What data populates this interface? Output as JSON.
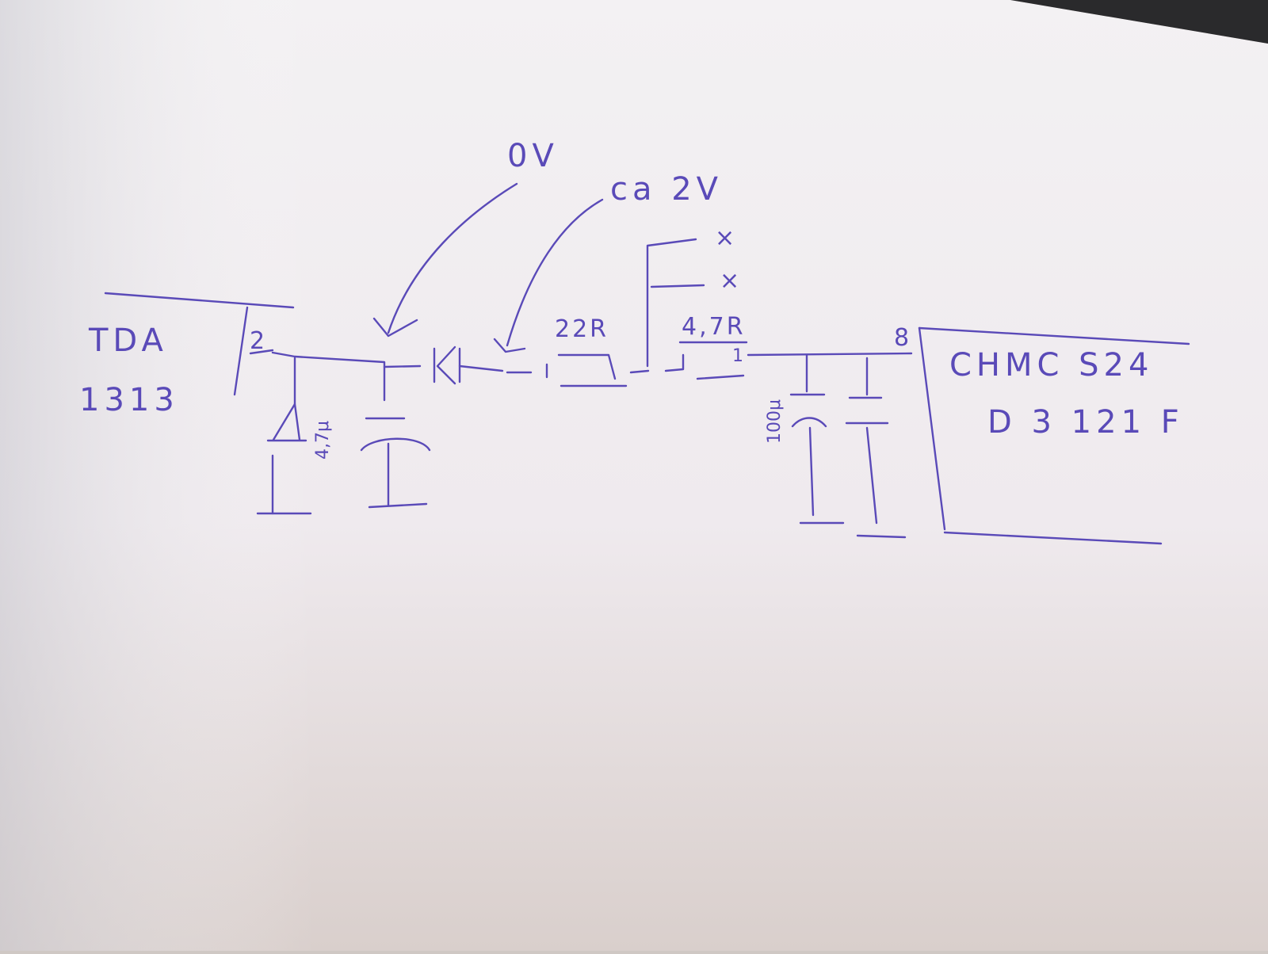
{
  "colors": {
    "ink": "#5a4ab8",
    "paper": "#f6f4f6",
    "background": "#cfc8c4"
  },
  "source_part": {
    "line1": "TDA",
    "line2": "1313",
    "pin": "2"
  },
  "target_part": {
    "line1": "CHMC S24",
    "line2": "D 3 121 F",
    "pin": "8"
  },
  "annotations": {
    "voltage_a": "0V",
    "voltage_b": "ca 2V",
    "nc_mark_1": "×",
    "nc_mark_2": "×"
  },
  "components": {
    "cap_left_value": "4,7μ",
    "resistor_1": "22R",
    "resistor_2": "4,7R",
    "resistor_2_pin": "1",
    "cap_right_value": "100μ"
  }
}
